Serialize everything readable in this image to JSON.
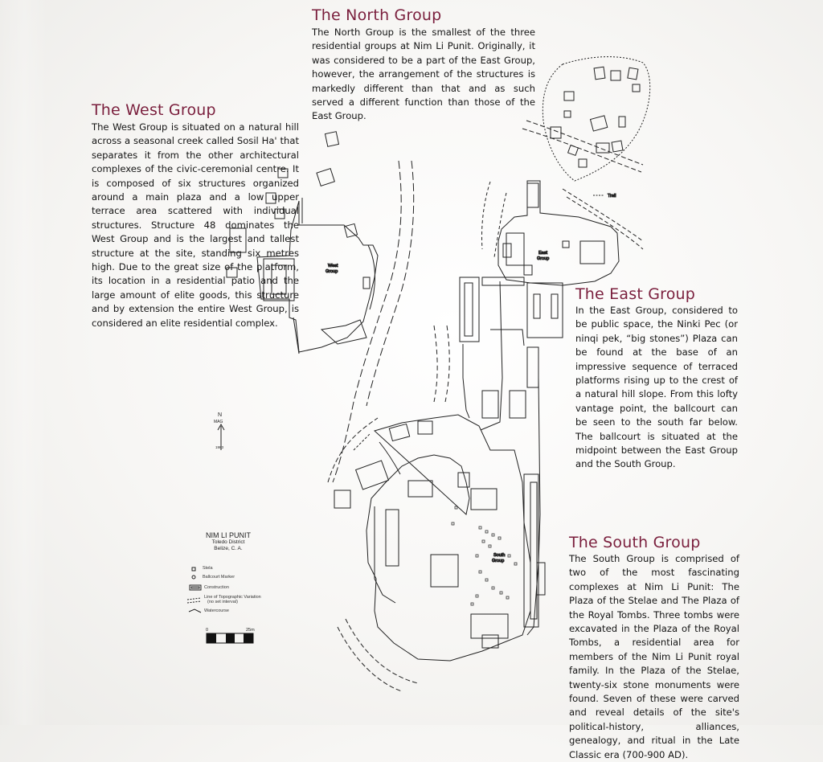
{
  "sections": {
    "north": {
      "title": "The North Group",
      "text": "The North Group is the smallest of the three residential groups at Nim Li Punit. Originally, it was considered to be a part of the East Group, however, the arrangement of the structures is markedly different than that and as such served a different function than those of the East Group."
    },
    "west": {
      "title": "The West Group",
      "text": "The West Group is situated on a natural hill across a seasonal creek called Sosil Ha' that separates it from the other architectural complexes of the civic-ceremonial centre. It is composed of six structures organized around a main plaza and a low upper terrace area scattered with individual structures. Structure 48 dominates the West Group and is the largest and tallest structure at the site, standing six metres high. Due to the great size of the platform, its location in a residential patio and the large amount of elite goods, this structure and by extension the entire West Group, is considered an elite residential complex."
    },
    "east": {
      "title": "The East Group",
      "text": "In the East Group, considered to be public space, the Ninki Pec (or ninqi pek, “big stones”) Plaza can be found at the base of an impressive sequence of terraced platforms rising up to the crest of a natural hill slope. From this lofty vantage point, the ballcourt can be seen to the south far below. The ballcourt is situated at the midpoint between the East Group and the South Group."
    },
    "south": {
      "title": "The South Group",
      "text": "The South Group is comprised of two of the most fascinating complexes at Nim Li Punit: The Plaza of the Stelae and The Plaza of the Royal Tombs. Three tombs were excavated in the Plaza of the Royal Tombs, a residential area for members of the Nim Li Punit royal family. In the Plaza of the Stelae, twenty-six stone monuments were found. Seven of these were carved and reveal details of the site's political-history, alliances, genealogy, and ritual in the Late Classic era (700-900 AD)."
    }
  },
  "map_labels": {
    "west_group": [
      "West",
      "Group"
    ],
    "east_group": [
      "East",
      "Group"
    ],
    "south_group": [
      "South",
      "Group"
    ],
    "trail": "Trail"
  },
  "north_arrow": {
    "n": "N",
    "mag": "MAG",
    "year": "1983"
  },
  "legend": {
    "title": "NIM LI PUNIT",
    "subtitle_1": "Toledo District",
    "subtitle_2": "Belize, C. A.",
    "items": [
      "Stela",
      "Ballcourt Marker",
      "Construction",
      "Line of Topographic Variation",
      "(no set interval)",
      "Watercourse"
    ],
    "scale_start": "0",
    "scale_end": "25m"
  },
  "colors": {
    "heading": "#7a1f3d",
    "ink": "#1a1a1a",
    "background": "#f7f6f4"
  }
}
